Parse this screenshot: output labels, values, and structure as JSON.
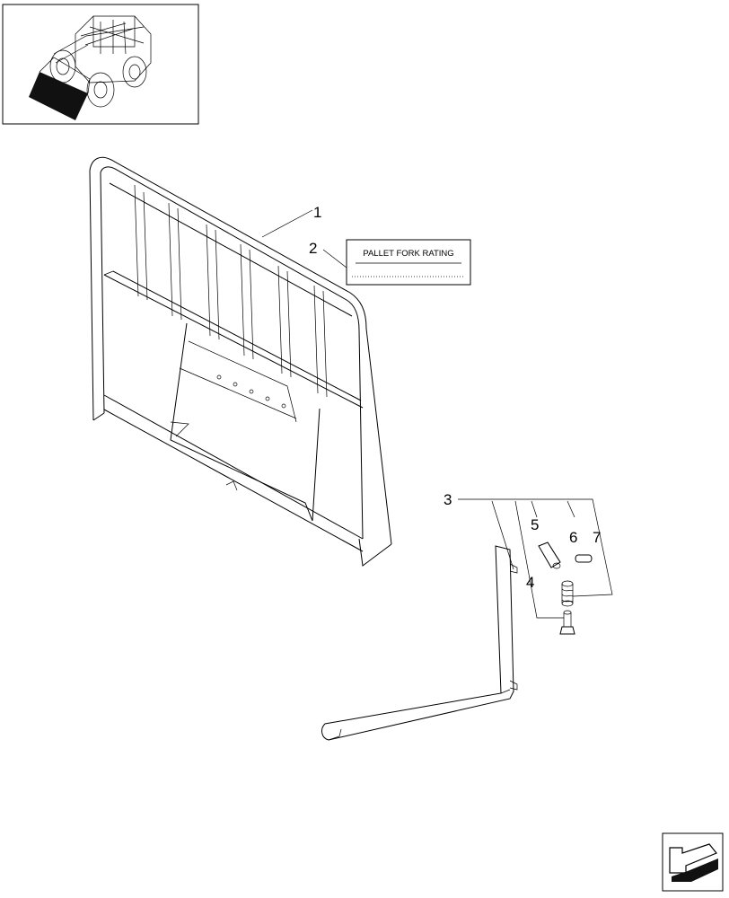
{
  "callouts": {
    "n1": "1",
    "n2": "2",
    "n3": "3",
    "n4": "4",
    "n5": "5",
    "n6": "6",
    "n7": "7"
  },
  "decal": {
    "text": "PALLET FORK RATING"
  },
  "icons": {
    "thumbnail": "skid-steer-loader-thumbnail-icon",
    "nav": "next-page-arrow-icon"
  },
  "colors": {
    "line": "#000000",
    "background": "#ffffff",
    "thumbnail_bucket": "#111111"
  }
}
